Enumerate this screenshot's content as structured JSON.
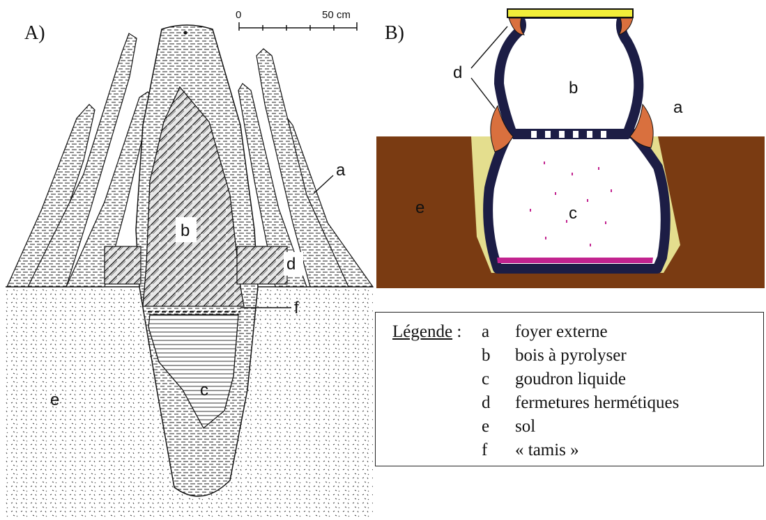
{
  "panel_a": {
    "label": "A)",
    "scale_start": "0",
    "scale_end": "50 cm",
    "letters": {
      "a": "a",
      "b": "b",
      "c": "c",
      "d": "d",
      "e": "e",
      "f": "f"
    }
  },
  "panel_b": {
    "label": "B)",
    "letters": {
      "a": "a",
      "b": "b",
      "c": "c",
      "d": "d",
      "e": "e"
    }
  },
  "legend": {
    "title": "Légende",
    "separator": " :",
    "items": [
      {
        "key": "a",
        "text": "foyer externe"
      },
      {
        "key": "b",
        "text": "bois à pyrolyser"
      },
      {
        "key": "c",
        "text": "goudron liquide"
      },
      {
        "key": "d",
        "text": "fermetures hermétiques"
      },
      {
        "key": "e",
        "text": "sol"
      },
      {
        "key": "f",
        "text": "« tamis »"
      }
    ]
  },
  "colors": {
    "soil": "#7a3b12",
    "clay_yellow": "#e4de8e",
    "vessel_wall": "#1c1d45",
    "seal_orange": "#d9703e",
    "lid_yellow": "#f2ee3a",
    "tar_magenta": "#c2238f"
  }
}
